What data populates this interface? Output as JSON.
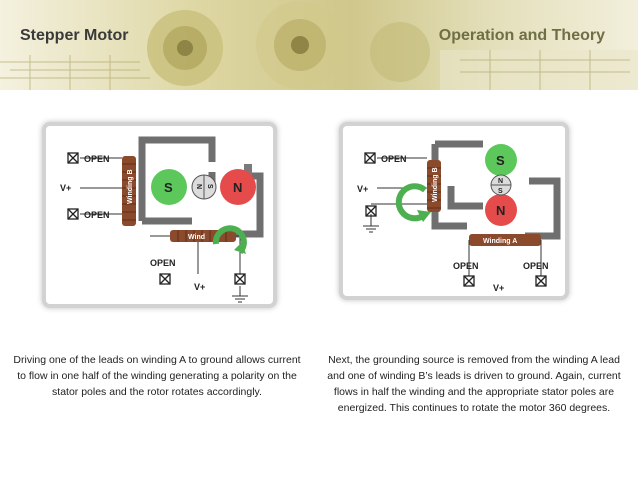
{
  "header": {
    "title_left": "Stepper Motor",
    "title_right": "Operation and Theory"
  },
  "colors": {
    "north_pole": "#e64b4b",
    "south_pole": "#5cc85c",
    "stator": "#7a7a7a",
    "winding": "#8b4a2b",
    "arrow": "#4caf50"
  },
  "left_diagram": {
    "open_top": "OPEN",
    "open_mid": "OPEN",
    "open_bottom": "OPEN",
    "vplus_left": "V+",
    "vplus_bottom": "V+",
    "winding_b": "Winding B",
    "winding_a": "Wind",
    "pole_south": "S",
    "pole_north": "N",
    "rotor_n": "N",
    "rotor_s": "S"
  },
  "right_diagram": {
    "open_top": "OPEN",
    "open_bottom_left": "OPEN",
    "open_bottom_right": "OPEN",
    "vplus_left": "V+",
    "vplus_bottom": "V+",
    "winding_b": "Winding B",
    "winding_a": "Winding A",
    "pole_south": "S",
    "pole_north": "N",
    "rotor_n": "N",
    "rotor_s": "S"
  },
  "captions": {
    "left": "Driving one of the leads on winding A to ground allows current to flow in one half of the winding generating a polarity on the stator poles and the rotor rotates accordingly.",
    "right": "Next, the grounding source is removed from the winding A lead and one of winding B’s leads is driven to ground. Again, current flows in half the winding and the appropriate stator poles are energized. This continues to rotate the motor 360 degrees."
  }
}
